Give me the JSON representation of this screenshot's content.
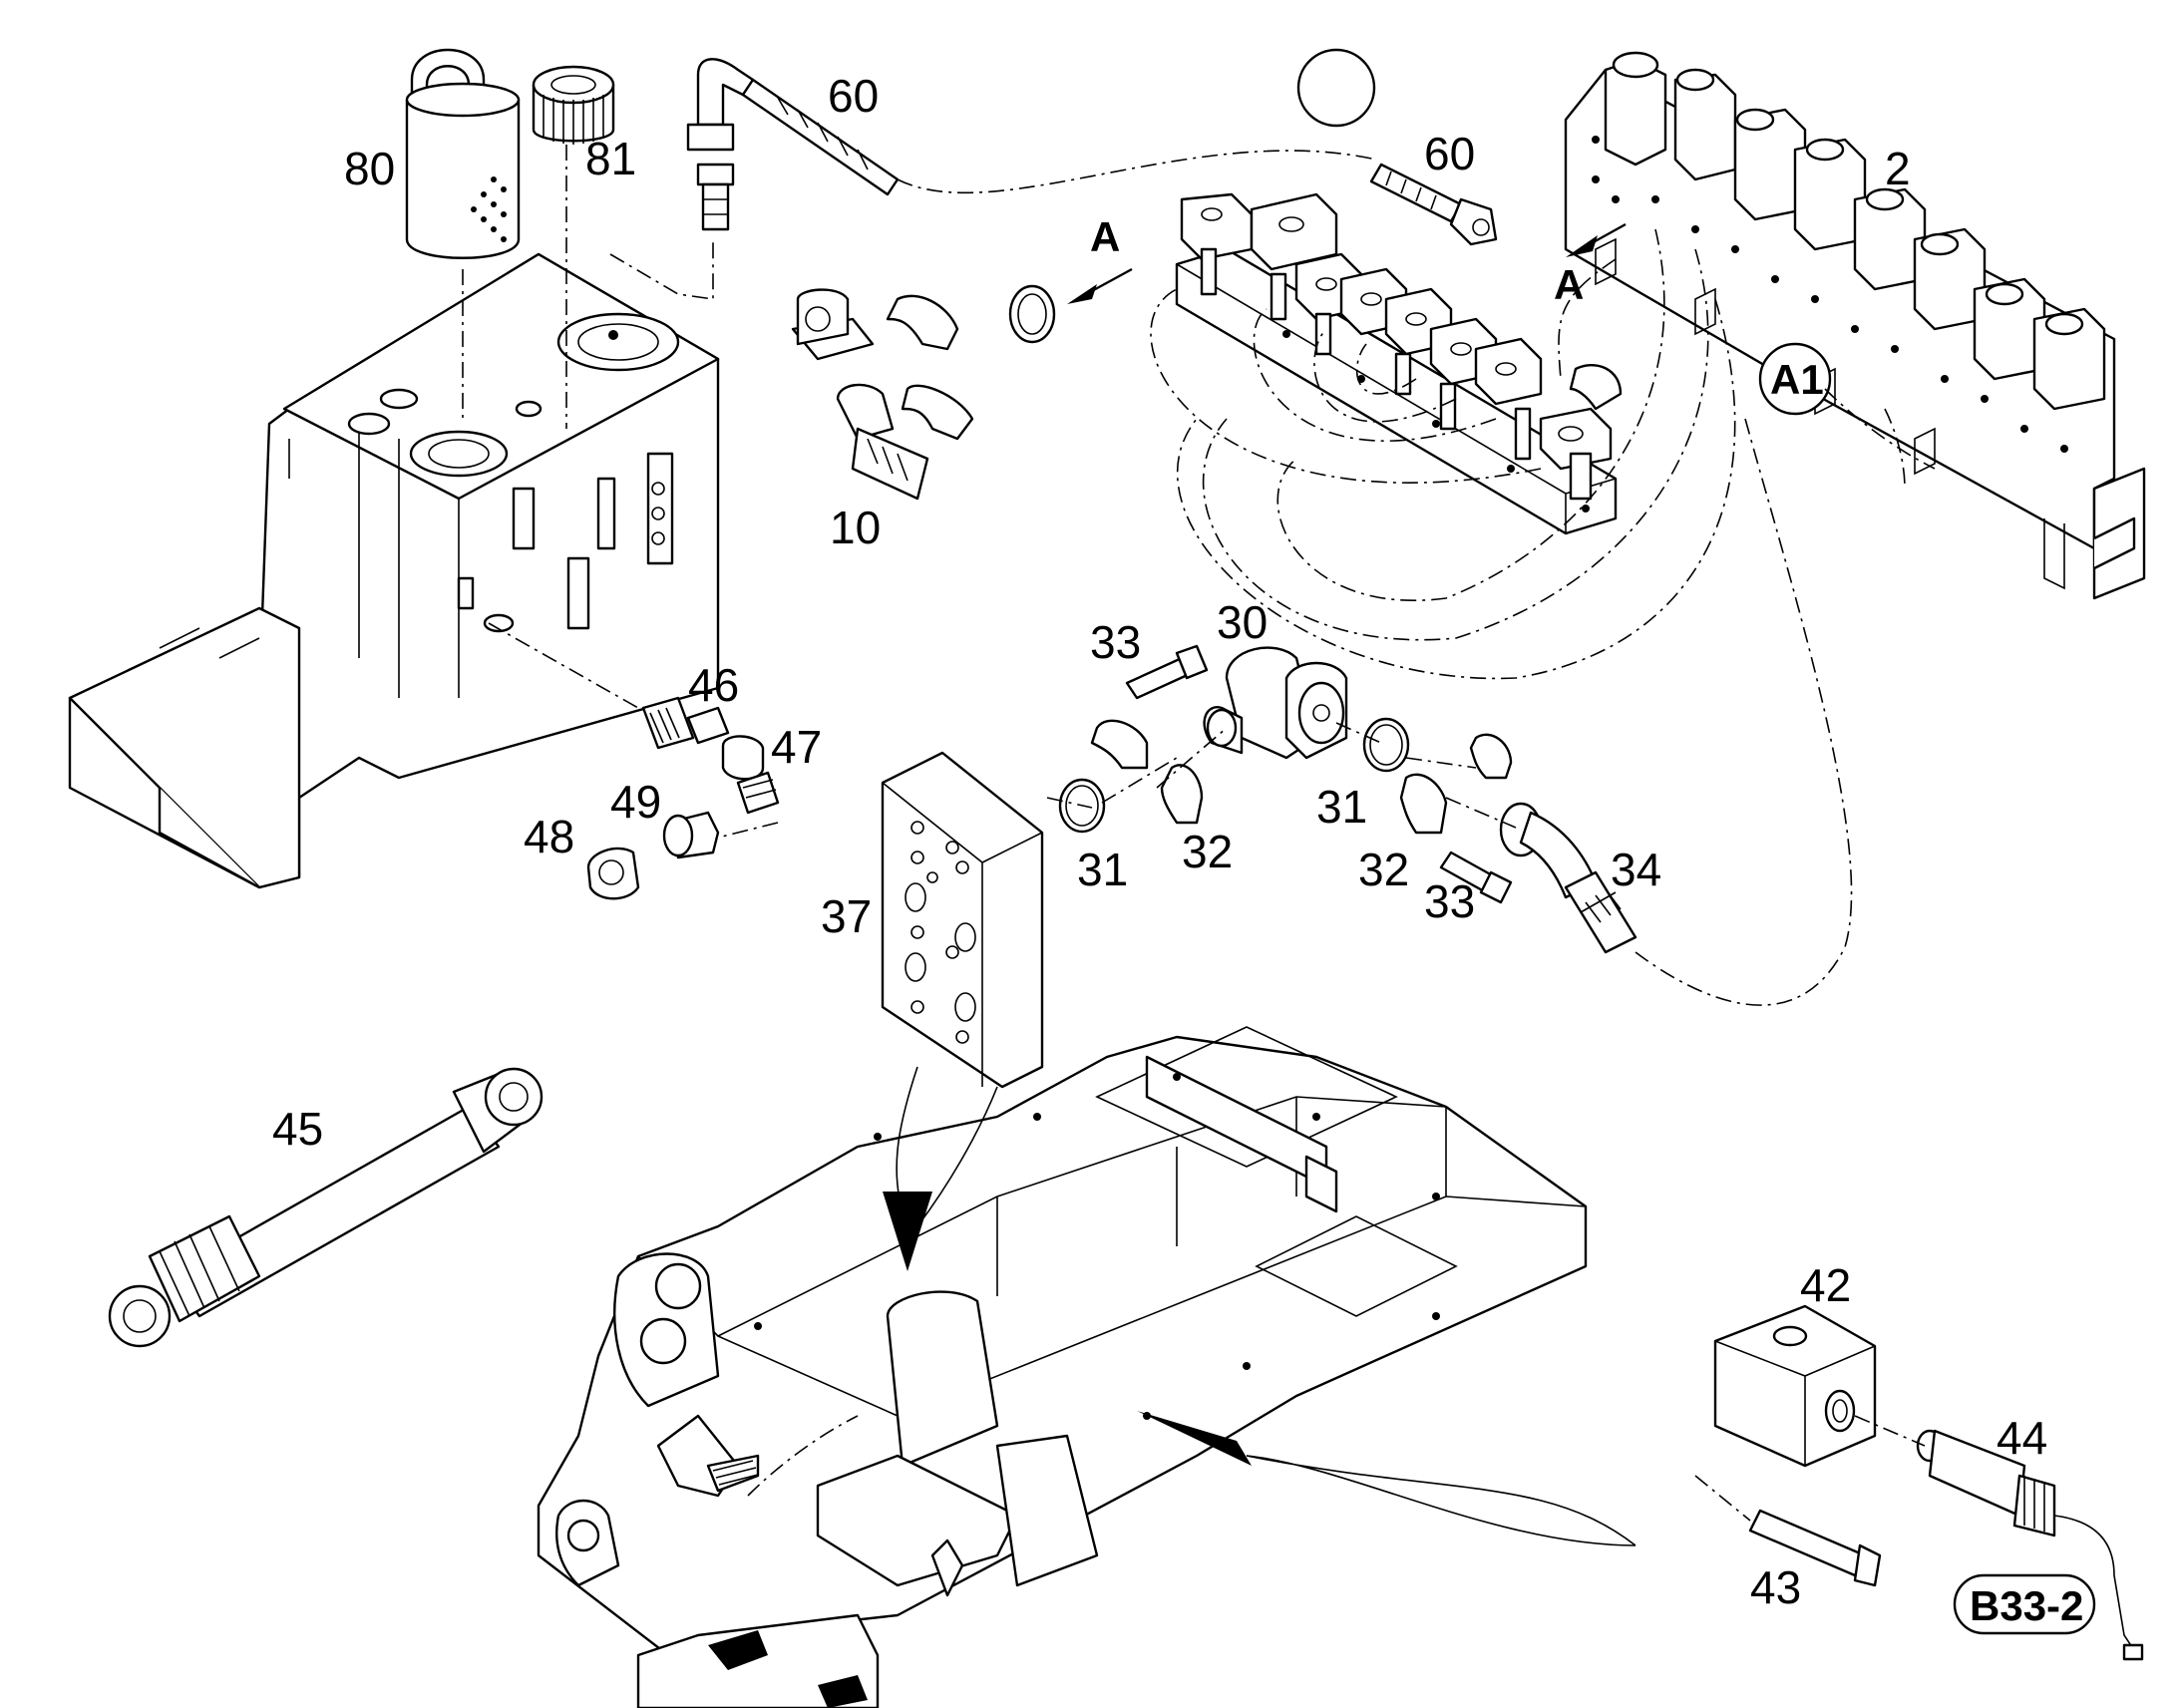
{
  "labels": {
    "p80": "80",
    "p81": "81",
    "p60a": "60",
    "p60b": "60",
    "p2": "2",
    "viewA1": "A",
    "viewA2": "A",
    "callA1": "A1",
    "p10": "10",
    "p33a": "33",
    "p30": "30",
    "p46": "46",
    "p47": "47",
    "p49": "49",
    "p48": "48",
    "p31a": "31",
    "p32a": "32",
    "p31b": "31",
    "p32b": "32",
    "p33b": "33",
    "p34": "34",
    "p37": "37",
    "p45": "45",
    "p42": "42",
    "p44": "44",
    "p43": "43",
    "refB33": "B33-2"
  }
}
